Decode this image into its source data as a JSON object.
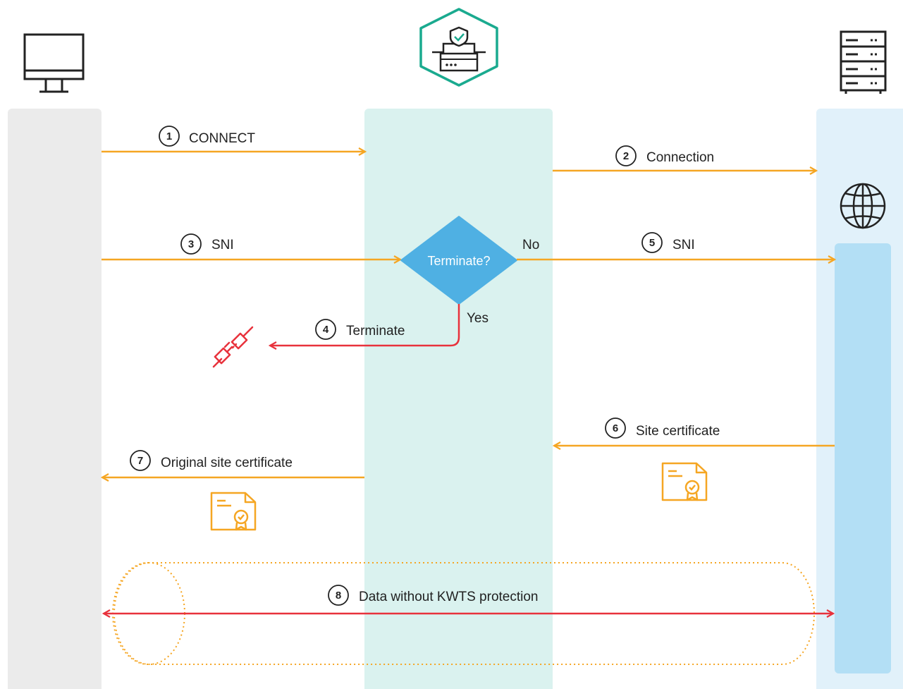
{
  "colors": {
    "client_lane": "#ebebeb",
    "proxy_lane": "#daf2ef",
    "server_lane": "#e1f1fa",
    "server_inner": "#b3dff5",
    "arrow_orange": "#f5a623",
    "arrow_red": "#e8323c",
    "decision_fill": "#4fb0e3",
    "teal": "#1aaa8f",
    "icon_dark": "#222222"
  },
  "icons": {
    "client": "monitor-icon",
    "proxy": "kwts-proxy-icon",
    "server": "server-rack-icon",
    "internet": "globe-icon",
    "broken_connection": "unplugged-connector-icon",
    "certificate": "certificate-icon"
  },
  "decision": {
    "question": "Terminate?",
    "no_label": "No",
    "yes_label": "Yes"
  },
  "steps": [
    {
      "num": "1",
      "label": "CONNECT"
    },
    {
      "num": "2",
      "label": "Connection"
    },
    {
      "num": "3",
      "label": "SNI"
    },
    {
      "num": "4",
      "label": "Terminate"
    },
    {
      "num": "5",
      "label": "SNI"
    },
    {
      "num": "6",
      "label": "Site certificate"
    },
    {
      "num": "7",
      "label": "Original site certificate"
    },
    {
      "num": "8",
      "label": "Data without KWTS protection"
    }
  ]
}
